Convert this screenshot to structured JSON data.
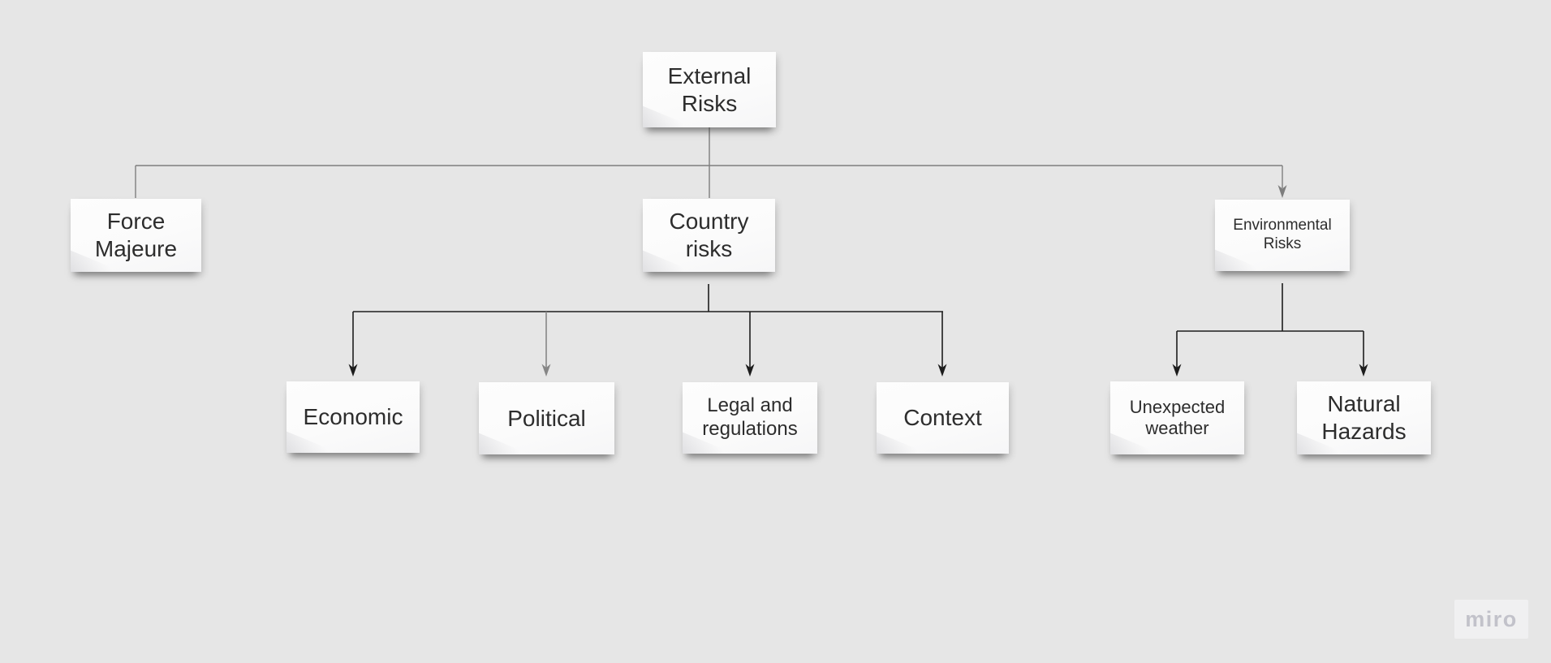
{
  "board": {
    "background_color": "#e6e6e6",
    "card_color": "#fbfbfb",
    "text_color": "#2d2d2d",
    "connector_color_light": "#7e7e7e",
    "connector_color_dark": "#1d1d1d"
  },
  "nodes": {
    "external_risks": {
      "label": "External\nRisks"
    },
    "force_majeure": {
      "label": "Force\nMajeure"
    },
    "country_risks": {
      "label": "Country\nrisks"
    },
    "environmental_risks": {
      "label": "Environmental\nRisks"
    },
    "economic": {
      "label": "Economic"
    },
    "political": {
      "label": "Political"
    },
    "legal_and_regulations": {
      "label": "Legal and\nregulations"
    },
    "context": {
      "label": "Context"
    },
    "unexpected_weather": {
      "label": "Unexpected\nweather"
    },
    "natural_hazards": {
      "label": "Natural\nHazards"
    }
  },
  "edges": [
    {
      "from": "external_risks",
      "to": "force_majeure",
      "arrowhead": false,
      "style": "light"
    },
    {
      "from": "external_risks",
      "to": "country_risks",
      "arrowhead": false,
      "style": "light"
    },
    {
      "from": "external_risks",
      "to": "environmental_risks",
      "arrowhead": true,
      "style": "light"
    },
    {
      "from": "country_risks",
      "to": "economic",
      "arrowhead": true,
      "style": "dark"
    },
    {
      "from": "country_risks",
      "to": "political",
      "arrowhead": true,
      "style": "light"
    },
    {
      "from": "country_risks",
      "to": "legal_and_regulations",
      "arrowhead": true,
      "style": "dark"
    },
    {
      "from": "country_risks",
      "to": "context",
      "arrowhead": true,
      "style": "dark"
    },
    {
      "from": "environmental_risks",
      "to": "unexpected_weather",
      "arrowhead": true,
      "style": "dark"
    },
    {
      "from": "environmental_risks",
      "to": "natural_hazards",
      "arrowhead": true,
      "style": "dark"
    }
  ],
  "watermark": {
    "label": "miro"
  }
}
